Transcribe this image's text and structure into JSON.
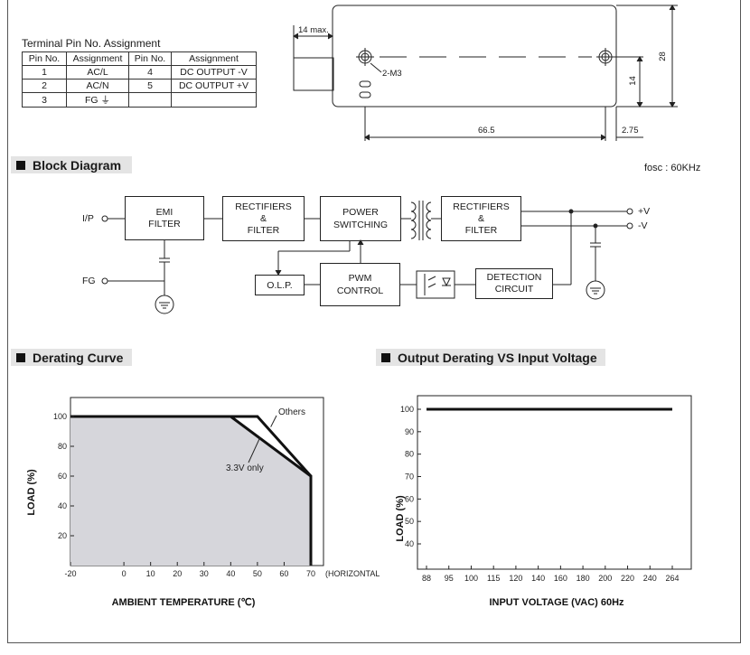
{
  "pin_table": {
    "title": "Terminal Pin No.  Assignment",
    "headers": [
      "Pin No.",
      "Assignment",
      "Pin No.",
      "Assignment"
    ],
    "rows": [
      [
        "1",
        "AC/L",
        "4",
        "DC OUTPUT -V"
      ],
      [
        "2",
        "AC/N",
        "5",
        "DC OUTPUT +V"
      ],
      [
        "3",
        "FG ⏚",
        "",
        ""
      ]
    ]
  },
  "mechanical": {
    "dim_14max": "14 max.",
    "dim_28": "28",
    "dim_14": "14",
    "dim_66_5": "66.5",
    "dim_2_75": "2.75",
    "hole_label": "2-M3"
  },
  "block_diagram": {
    "heading": "Block Diagram",
    "fosc": "fosc : 60KHz",
    "input_label": "I/P",
    "fg_label": "FG",
    "out_pos": "+V",
    "out_neg": "-V",
    "blocks": {
      "emi": [
        "EMI",
        "FILTER"
      ],
      "rect1": [
        "RECTIFIERS",
        "&",
        "FILTER"
      ],
      "power": [
        "POWER",
        "SWITCHING"
      ],
      "rect2": [
        "RECTIFIERS",
        "&",
        "FILTER"
      ],
      "olp": [
        "O.L.P."
      ],
      "pwm": [
        "PWM",
        "CONTROL"
      ],
      "detect": [
        "DETECTION",
        "CIRCUIT"
      ]
    }
  },
  "derating": {
    "heading": "Derating Curve",
    "chart_data": {
      "type": "line",
      "xlabel": "AMBIENT TEMPERATURE (℃)",
      "ylabel": "LOAD (%)",
      "x_ticks": [
        "-20",
        "0",
        "10",
        "20",
        "30",
        "40",
        "50",
        "60",
        "70"
      ],
      "x_suffix": "(HORIZONTAL)",
      "y_ticks": [
        "20",
        "40",
        "60",
        "80",
        "100"
      ],
      "xlim": [
        -20,
        70
      ],
      "ylim": [
        0,
        100
      ],
      "series": [
        {
          "name": "Others",
          "x": [
            -20,
            50,
            70,
            70
          ],
          "y": [
            100,
            100,
            60,
            0
          ]
        },
        {
          "name": "3.3V only",
          "x": [
            -20,
            40,
            70,
            70
          ],
          "y": [
            100,
            100,
            60,
            0
          ]
        }
      ]
    }
  },
  "input_derating": {
    "heading": "Output Derating VS Input Voltage",
    "chart_data": {
      "type": "line",
      "xlabel": "INPUT VOLTAGE (VAC) 60Hz",
      "ylabel": "LOAD (%)",
      "x_ticks": [
        "88",
        "95",
        "100",
        "115",
        "120",
        "140",
        "160",
        "180",
        "200",
        "220",
        "240",
        "264"
      ],
      "y_ticks": [
        "40",
        "50",
        "60",
        "70",
        "80",
        "90",
        "100"
      ],
      "series": [
        {
          "x": [
            "88",
            "264"
          ],
          "y": [
            100,
            100
          ]
        }
      ]
    }
  }
}
